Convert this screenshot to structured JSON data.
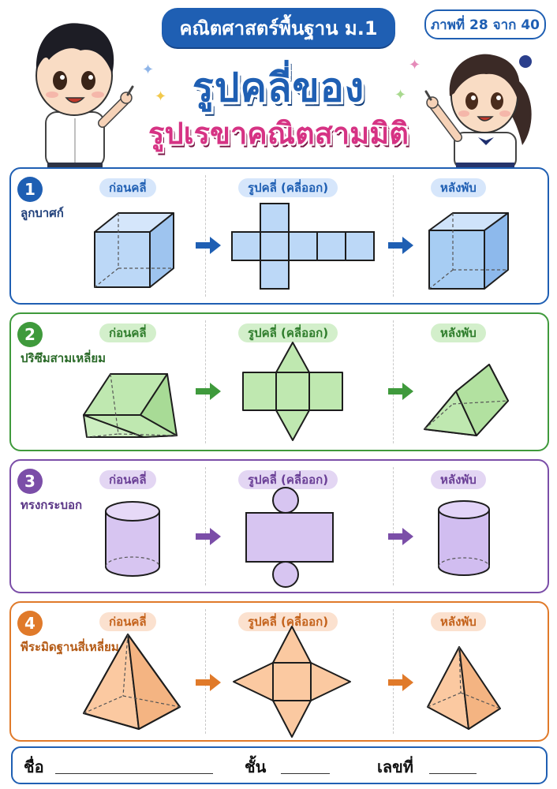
{
  "header": {
    "subject": "คณิตศาสตร์พื้นฐาน ม.1",
    "page_label": "ภาพที่ 28 จาก 40",
    "title_line1": "รูปคลี่ของ",
    "title_line2": "รูปเรขาคณิตสามมิติ"
  },
  "columns": {
    "before": "ก่อนคลี่",
    "net": "รูปคลี่ (คลี่ออก)",
    "after": "หลังพับ"
  },
  "sections": [
    {
      "number": "1",
      "name": "ลูกบาศก์",
      "color": "#1f5fb3",
      "tag_bg": "#d6e6fb",
      "fill": "#bcd8f7"
    },
    {
      "number": "2",
      "name": "ปริซึมสามเหลี่ยม",
      "color": "#3f9a3c",
      "tag_bg": "#d3efcb",
      "fill": "#bfe8b0"
    },
    {
      "number": "3",
      "name": "ทรงกระบอก",
      "color": "#7b4ea8",
      "tag_bg": "#e3d6f3",
      "fill": "#d7c5f1"
    },
    {
      "number": "4",
      "name": "พีระมิดฐานสี่เหลี่ยม",
      "color": "#e07a2a",
      "tag_bg": "#fbe1cf",
      "fill": "#fbc9a1"
    }
  ],
  "footer": {
    "name_label": "ชื่อ",
    "class_label": "ชั้น",
    "number_label": "เลขที่"
  }
}
